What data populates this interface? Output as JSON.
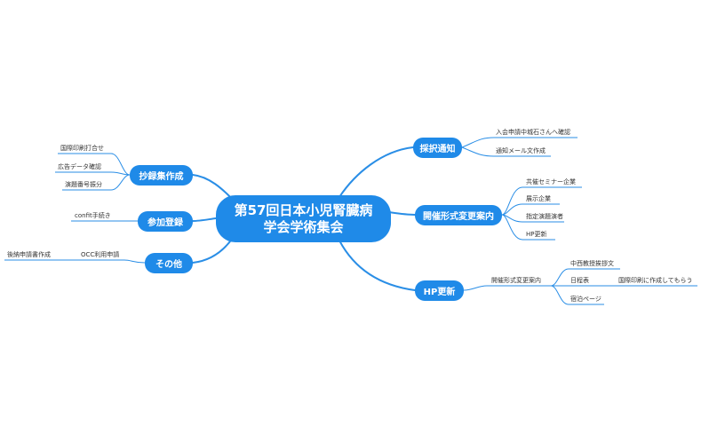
{
  "colors": {
    "accent": "#1f8ae8",
    "line": "#2a8ee6",
    "text": "#333333"
  },
  "root": {
    "line1": "第57回日本小児腎臓病",
    "line2": "学会学術集会"
  },
  "left": {
    "shorokushu": {
      "label": "抄録集作成",
      "children": [
        "国際印刷打合せ",
        "広告データ確認",
        "演題番号振分"
      ]
    },
    "sanka": {
      "label": "参加登録",
      "children": [
        "confit手続き"
      ]
    },
    "sonota": {
      "label": "その他",
      "child": "OCC利用申請",
      "grandchild": "後納申請書作成"
    }
  },
  "right": {
    "saitaku": {
      "label": "採択通知",
      "children": [
        "入会申請中城石さんへ確認",
        "通知メール文作成"
      ]
    },
    "kaisai": {
      "label": "開催形式変更案内",
      "children": [
        "共催セミナー企業",
        "展示企業",
        "指定演題演者",
        "HP更新"
      ]
    },
    "hp": {
      "label": "HP更新",
      "child": "開催形式変更案内",
      "grandchildren": [
        "中西教授挨拶文",
        "日程表",
        "宿泊ページ"
      ],
      "nittei_note": "国際印刷に作成してもらう"
    }
  }
}
